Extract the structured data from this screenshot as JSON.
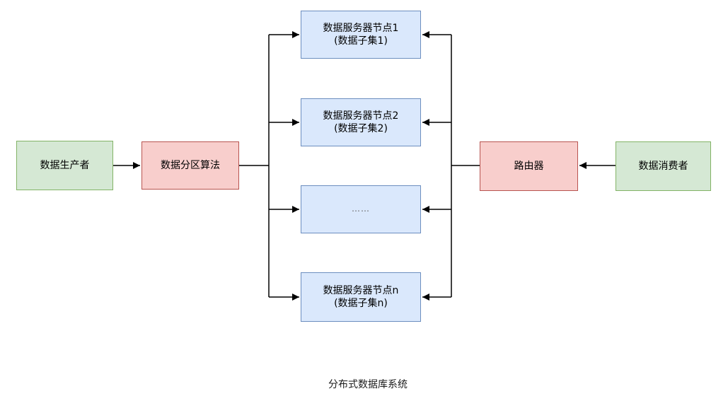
{
  "diagram": {
    "title": "分布式数据库系统",
    "caption": "分布式数据库系统",
    "palette": {
      "green_fill": "#d5e8d4",
      "green_stroke": "#82b366",
      "red_fill": "#f8cecc",
      "red_stroke": "#b85450",
      "blue_fill": "#dae8fc",
      "blue_stroke": "#6c8ebf",
      "connector_color": "#000000",
      "ellipsis_text_color": "#666666",
      "background": "#ffffff"
    },
    "nodes": {
      "producer": {
        "label": "数据生产者",
        "color": "green"
      },
      "partition": {
        "label": "数据分区算法",
        "color": "red"
      },
      "server1": {
        "line1": "数据服务器节点1",
        "line2": "(数据子集1)",
        "color": "blue"
      },
      "server2": {
        "line1": "数据服务器节点2",
        "line2": "(数据子集2)",
        "color": "blue"
      },
      "ellipsis": {
        "label": "……",
        "color": "blue"
      },
      "servern": {
        "line1": "数据服务器节点n",
        "line2": "(数据子集n)",
        "color": "blue"
      },
      "router": {
        "label": "路由器",
        "color": "red"
      },
      "consumer": {
        "label": "数据消费者",
        "color": "green"
      }
    },
    "edges": [
      "数据生产者 → 数据分区算法",
      "数据分区算法 → 数据服务器节点1",
      "数据分区算法 → 数据服务器节点2",
      "数据分区算法 → ……",
      "数据分区算法 → 数据服务器节点n",
      "路由器 → 数据服务器节点1",
      "路由器 → 数据服务器节点2",
      "路由器 → ……",
      "路由器 → 数据服务器节点n",
      "数据消费者 → 路由器"
    ]
  }
}
